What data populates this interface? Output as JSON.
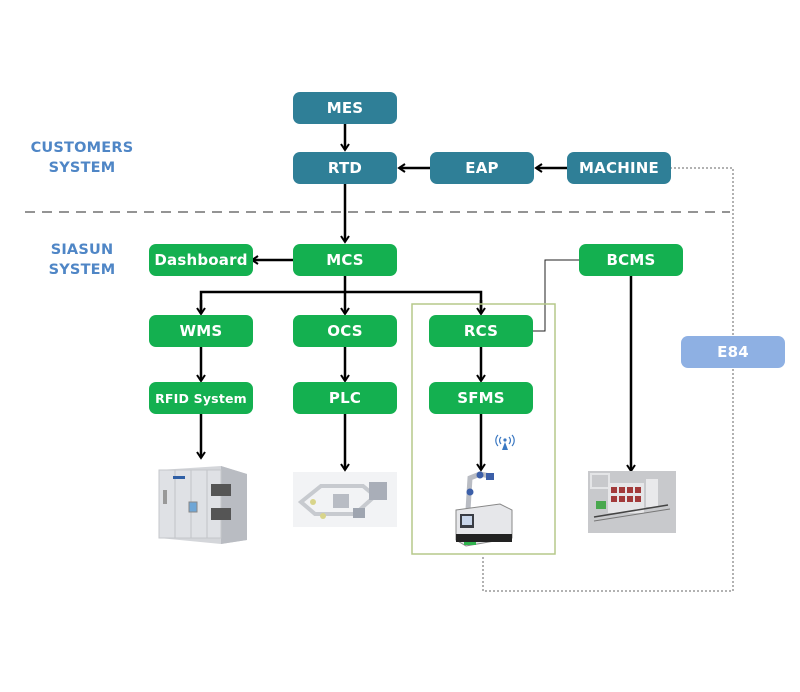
{
  "regions": {
    "customers": [
      "CUSTOMERS",
      "SYSTEM"
    ],
    "siasun": [
      "SIASUN",
      "SYSTEM"
    ]
  },
  "nodes": {
    "mes": "MES",
    "rtd": "RTD",
    "eap": "EAP",
    "machine": "MACHINE",
    "dashboard": "Dashboard",
    "mcs": "MCS",
    "bcms": "BCMS",
    "wms": "WMS",
    "ocs": "OCS",
    "rcs": "RCS",
    "rfid": "RFID System",
    "plc": "PLC",
    "sfms": "SFMS",
    "e84": "E84"
  },
  "colors": {
    "customer_node": "#2f7f97",
    "siasun_node": "#14b050",
    "e84_node": "#8eb0e3",
    "region_label": "#4f86c6"
  },
  "equipment": {
    "wms": "stocker-cabinet",
    "ocs": "overhead-conveyor-track",
    "sfms": "mobile-robot-with-arm",
    "bcms": "buffer-storage-line"
  }
}
